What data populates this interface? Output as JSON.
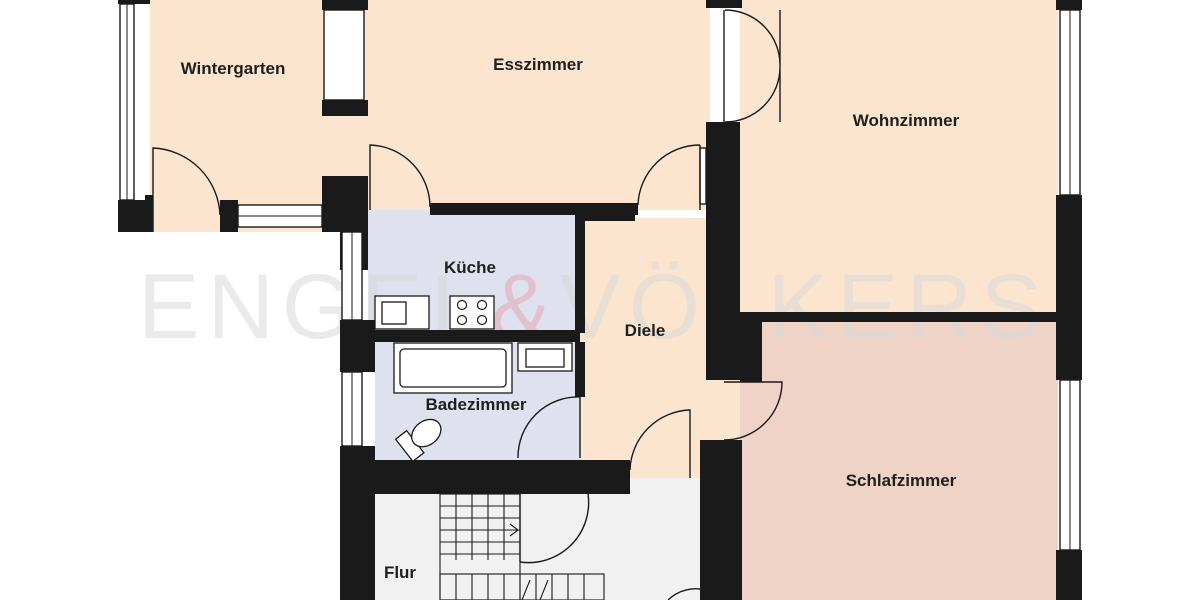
{
  "rooms": {
    "wintergarten": "Wintergarten",
    "esszimmer": "Esszimmer",
    "wohnzimmer": "Wohnzimmer",
    "kueche": "Küche",
    "diele": "Diele",
    "badezimmer": "Badezimmer",
    "schlafzimmer": "Schlafzimmer",
    "flur": "Flur"
  },
  "watermark": {
    "left": "ENGEL",
    "amp": "&",
    "right": "VÖLKERS"
  },
  "colors": {
    "living_fill": "#fbe5cf",
    "kitchen_bath_fill": "#dfe1ee",
    "bedroom_fill": "#eed3c6",
    "hall_fill": "#f1f1f1",
    "wall": "#1a1a1a"
  }
}
